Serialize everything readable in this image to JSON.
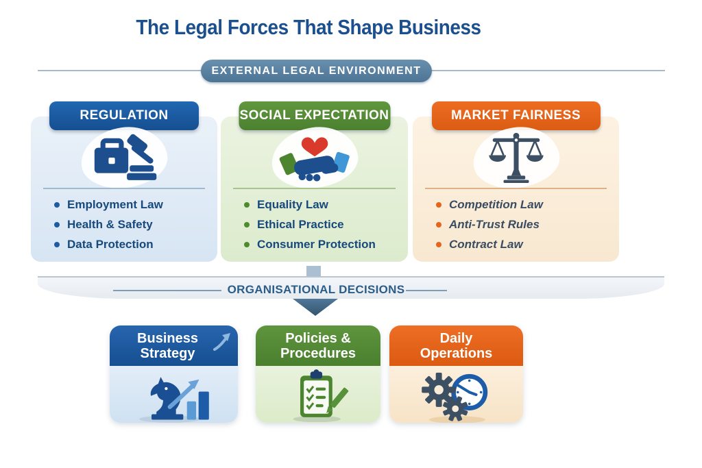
{
  "title": "The Legal Forces That Shape Business",
  "banner": {
    "label": "EXTERNAL LEGAL ENVIRONMENT"
  },
  "columns": [
    {
      "id": "regulation",
      "header": "REGULATION",
      "icon": "briefcase-gavel-icon",
      "accent": "#1d5ba5",
      "items": [
        "Employment Law",
        "Health & Safety",
        "Data Protection"
      ]
    },
    {
      "id": "social-expectation",
      "header": "SOCIAL EXPECTATION",
      "icon": "handshake-heart-icon",
      "accent": "#578d35",
      "items": [
        "Equality Law",
        "Ethical Practice",
        "Consumer Protection"
      ]
    },
    {
      "id": "market-fairness",
      "header": "MARKET FAIRNESS",
      "icon": "scales-icon",
      "accent": "#e5651d",
      "items": [
        "Competition Law",
        "Anti-Trust Rules",
        "Contract Law"
      ]
    }
  ],
  "decisions": {
    "label": "ORGANISATIONAL DECISIONS",
    "arrow_icon": "down-arrow-icon"
  },
  "cards": [
    {
      "id": "business-strategy",
      "label": "Business Strategy",
      "icon": "knight-growth-chart-icon",
      "accent": "#1d5ba5"
    },
    {
      "id": "policies-procedures",
      "label": "Policies & Procedures",
      "icon": "clipboard-checklist-icon",
      "accent": "#578d35"
    },
    {
      "id": "daily-operations",
      "label": "Daily Operations",
      "icon": "gears-clock-icon",
      "accent": "#e5651d"
    }
  ],
  "palette": {
    "title_text": "#1c4f8e",
    "badge_bg": "#56809f",
    "divider_line": "#a7b9c8",
    "bullet_text_blue": "#17497c",
    "bullet_text_slate": "#3a4c60",
    "arrow": "#3f6486"
  }
}
